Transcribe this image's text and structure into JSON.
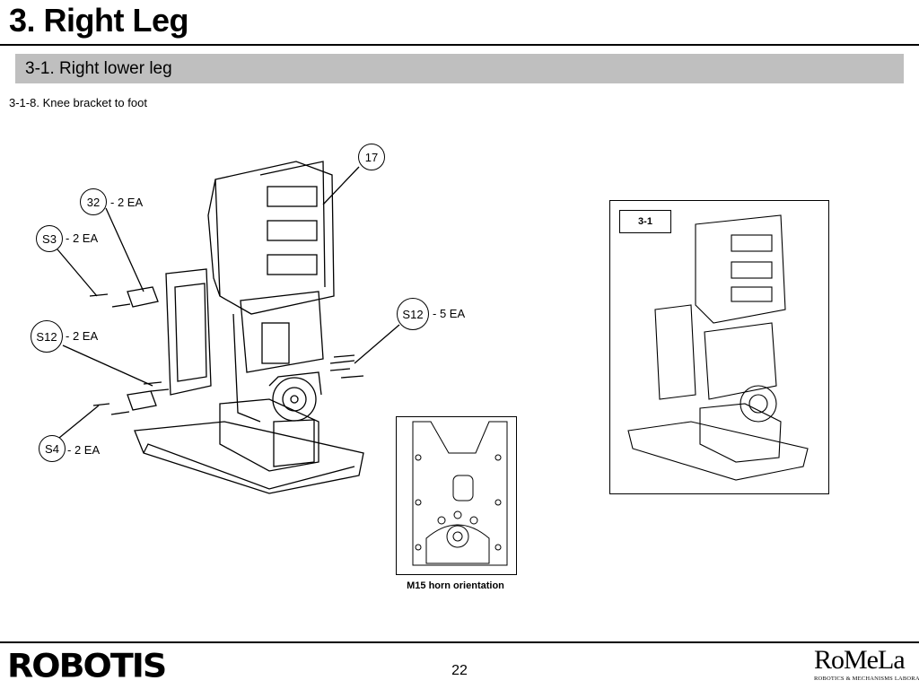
{
  "header": {
    "title": "3. Right Leg"
  },
  "section": {
    "title": "3-1. Right lower leg"
  },
  "step": {
    "title": "3-1-8. Knee bracket to foot"
  },
  "callouts": [
    {
      "id": "17",
      "qty": ""
    },
    {
      "id": "32",
      "qty": "- 2 EA"
    },
    {
      "id": "S3",
      "qty": "- 2 EA"
    },
    {
      "id": "S12",
      "qty": "- 2 EA"
    },
    {
      "id": "S12",
      "qty": "- 5 EA"
    },
    {
      "id": "S4",
      "qty": "- 2 EA"
    }
  ],
  "inset": {
    "label": "3-1"
  },
  "horn": {
    "caption": "M15 horn orientation"
  },
  "footer": {
    "page_number": "22",
    "logo_left": "ROBOTIS",
    "logo_right": "RoMeLa",
    "logo_right_sub": "ROBOTICS & MECHANISMS LABORATORY"
  }
}
